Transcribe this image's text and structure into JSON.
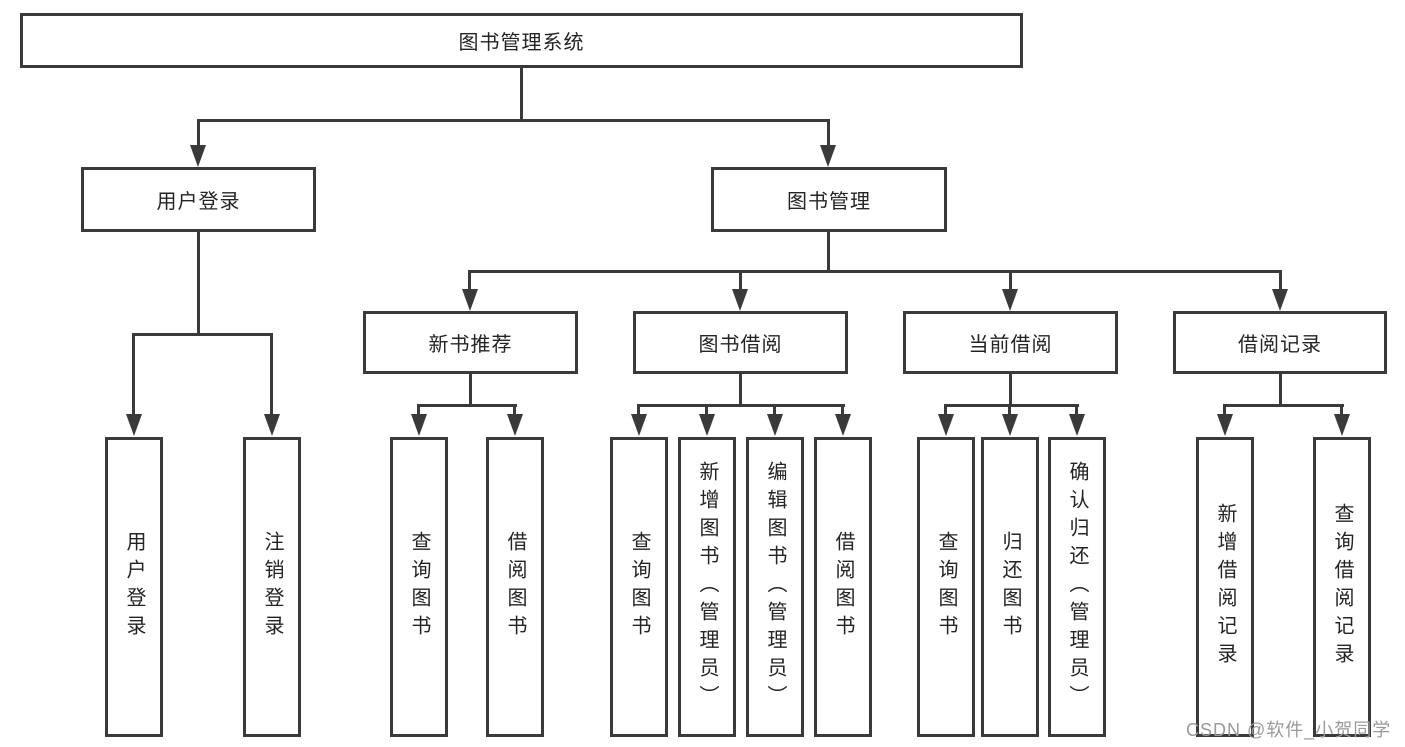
{
  "tree": {
    "label": "图书管理系统",
    "children": [
      {
        "label": "用户登录",
        "children": [
          {
            "label": "用户登录"
          },
          {
            "label": "注销登录"
          }
        ]
      },
      {
        "label": "图书管理",
        "children": [
          {
            "label": "新书推荐",
            "children": [
              {
                "label": "查询图书"
              },
              {
                "label": "借阅图书"
              }
            ]
          },
          {
            "label": "图书借阅",
            "children": [
              {
                "label": "查询图书"
              },
              {
                "label": "新增图书（管理员）"
              },
              {
                "label": "编辑图书（管理员）"
              },
              {
                "label": "借阅图书"
              }
            ]
          },
          {
            "label": "当前借阅",
            "children": [
              {
                "label": "查询图书"
              },
              {
                "label": "归还图书"
              },
              {
                "label": "确认归还（管理员）"
              }
            ]
          },
          {
            "label": "借阅记录",
            "children": [
              {
                "label": "新增借阅记录"
              },
              {
                "label": "查询借阅记录"
              }
            ]
          }
        ]
      }
    ]
  },
  "watermark": {
    "text": "CSDN @软件_小贺同学",
    "color": "#9a9a9a"
  },
  "colors": {
    "line": "#3a3a3a",
    "box_background": "#ffffff",
    "text": "#242424"
  }
}
